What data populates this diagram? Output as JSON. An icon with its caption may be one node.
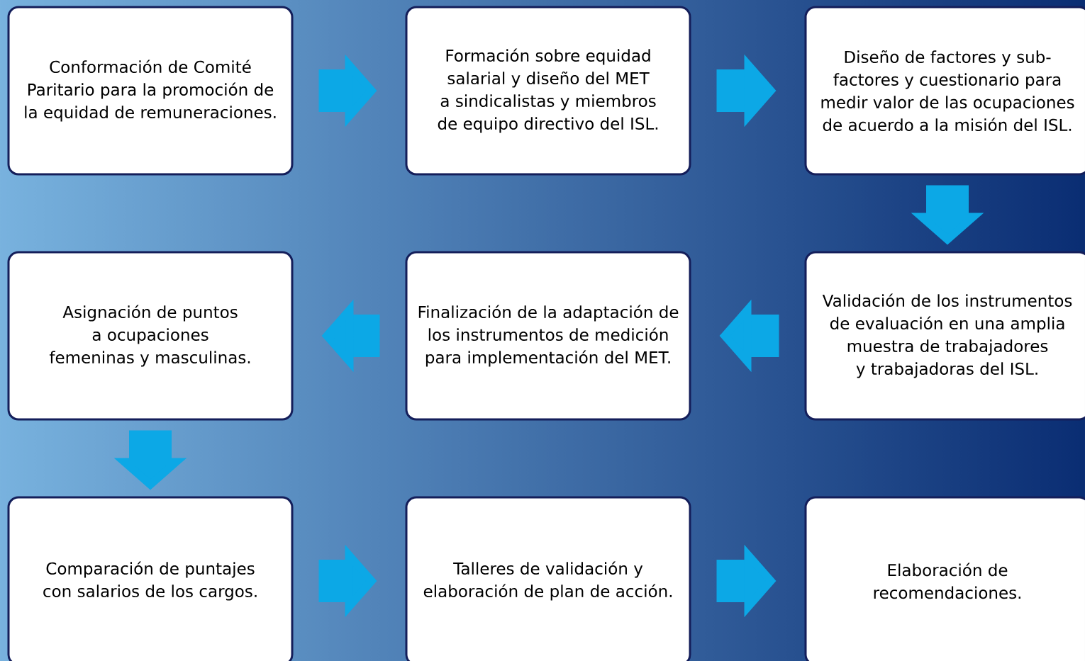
{
  "diagram": {
    "nodes": [
      {
        "text": [
          "Conformación de Comité Paritario para la promoción de la equidad de remuneraciones."
        ]
      },
      {
        "text": [
          "Formación sobre equidad salarial y diseño del MET a sindicalistas y miembros de equipo directivo del ISL."
        ]
      },
      {
        "text": [
          "Diseño de factores y sub-factores y cuestionario para medir valor de las ocupaciones de acuerdo a la misión del ISL."
        ]
      },
      {
        "text": [
          "Asignación de puntos a ocupaciones femeninas y masculinas."
        ]
      },
      {
        "text": [
          "Finalización de la adaptación de los instrumentos de medición para implementación del MET."
        ]
      },
      {
        "text": [
          "Validación de los instrumentos de evaluación en una amplia muestra de trabajadores y trabajadoras del ISL."
        ]
      },
      {
        "text": [
          "Comparación de puntajes con salarios de los cargos."
        ]
      },
      {
        "text": [
          "Talleres de validación y elaboración de plan de acción."
        ]
      },
      {
        "text": [
          "Elaboración de recomendaciones."
        ]
      }
    ],
    "edges": [
      {
        "from": 0,
        "to": 1,
        "arrow": "to"
      },
      {
        "from": 1,
        "to": 2,
        "arrow": "to"
      },
      {
        "from": 2,
        "to": 5,
        "arrow": "to"
      },
      {
        "from": 5,
        "to": 4,
        "arrow": "to"
      },
      {
        "from": 4,
        "to": 3,
        "arrow": "to"
      },
      {
        "from": 3,
        "to": 6,
        "arrow": "to"
      },
      {
        "from": 6,
        "to": 7,
        "arrow": "to"
      },
      {
        "from": 7,
        "to": 8,
        "arrow": "to"
      }
    ]
  }
}
